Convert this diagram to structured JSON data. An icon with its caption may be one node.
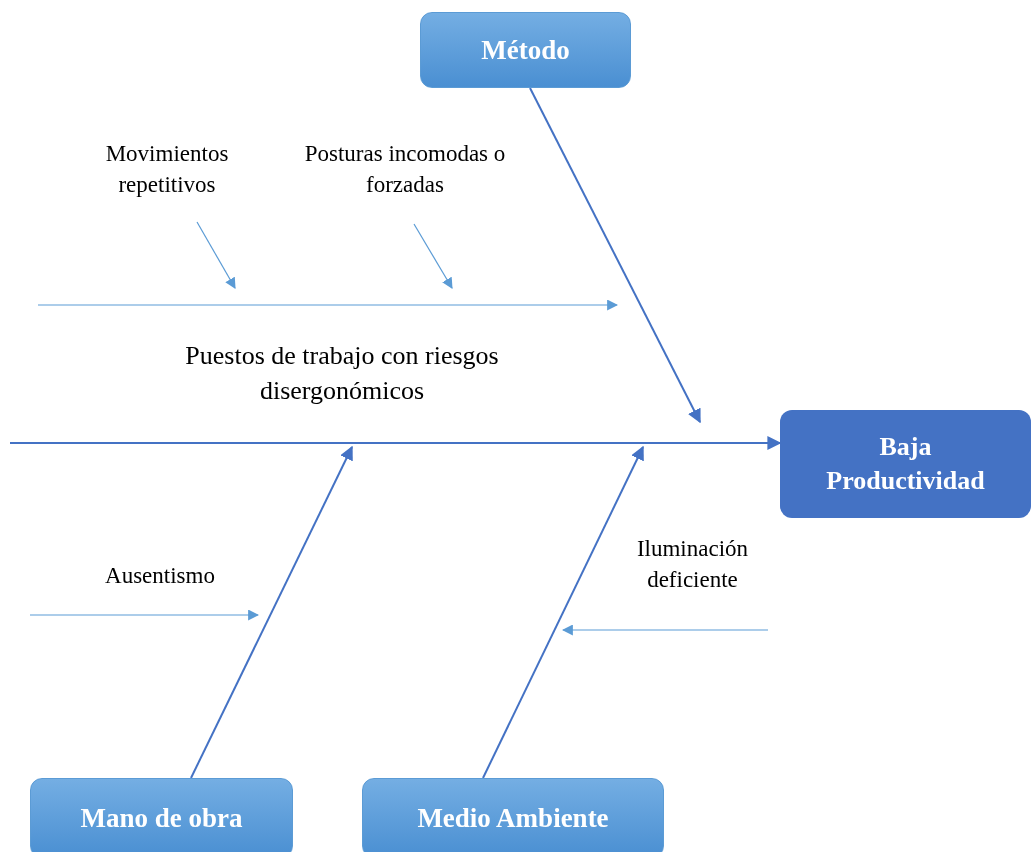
{
  "diagram": {
    "nodes": [
      {
        "text": [
          "Método"
        ]
      },
      {
        "text": [
          "Movimientos repetitivos"
        ]
      },
      {
        "text": [
          "Posturas incomodas o forzadas"
        ]
      },
      {
        "text": [
          "Baja Productividad"
        ]
      },
      {
        "text": [
          "Mano de obra"
        ]
      },
      {
        "text": [
          "Medio Ambiente"
        ]
      }
    ],
    "edges": [
      {
        "from": null,
        "to": 3,
        "arrow": "to",
        "color": "#4472c4"
      },
      {
        "from": 0,
        "to": null,
        "arrow": "to",
        "color": "#4472c4"
      },
      {
        "from": 4,
        "to": null,
        "arrow": "to",
        "color": "#4472c4"
      },
      {
        "from": 5,
        "to": null,
        "arrow": "to",
        "color": "#4472c4"
      },
      {
        "from": 1,
        "to": null,
        "arrow": "to"
      },
      {
        "from": 2,
        "to": null,
        "arrow": "to"
      }
    ],
    "labels": [
      "Puestos de trabajo con riesgos disergonómicos",
      "Ausentismo",
      "Iluminación deficiente"
    ]
  }
}
